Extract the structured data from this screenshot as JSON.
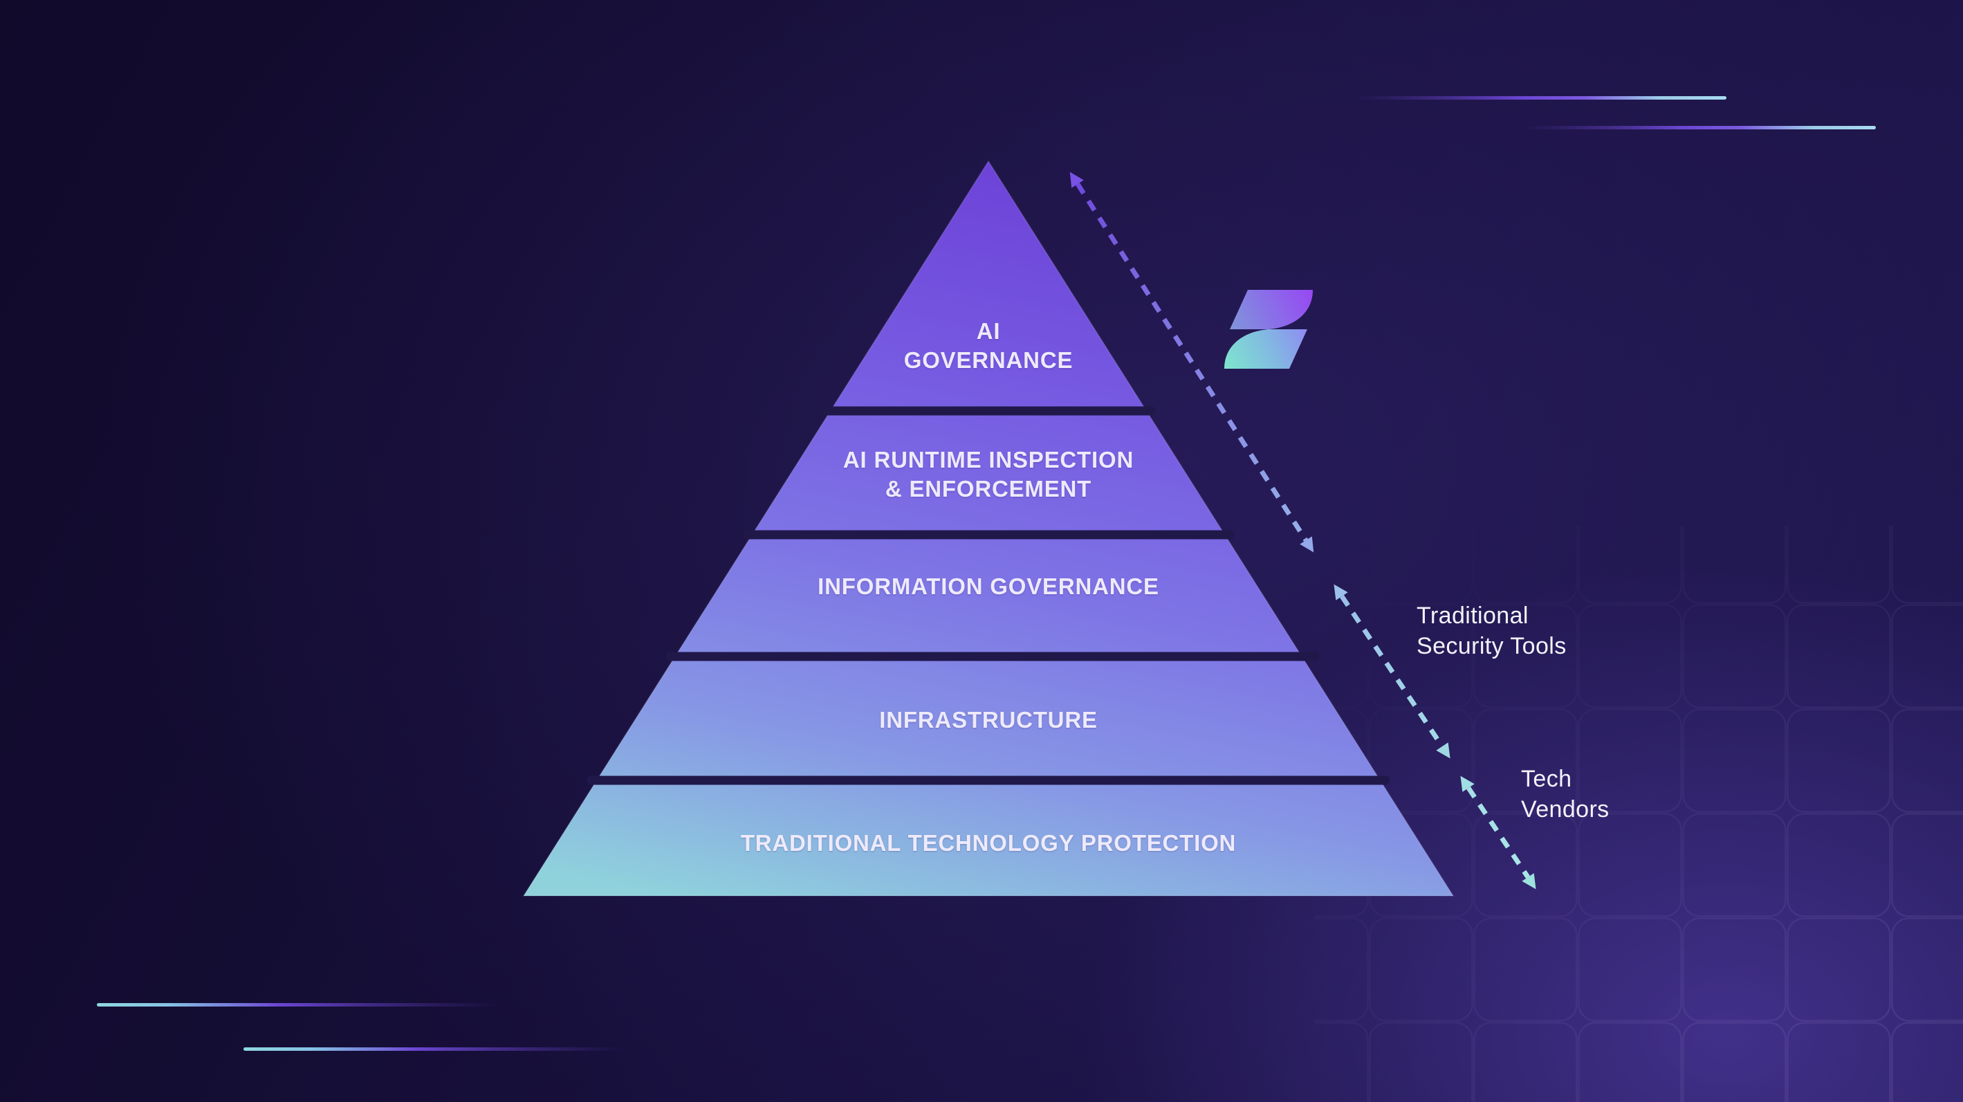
{
  "diagram": {
    "levels": [
      {
        "label": "AI\nGOVERNANCE"
      },
      {
        "label": "AI RUNTIME INSPECTION\n& ENFORCEMENT"
      },
      {
        "label": "INFORMATION GOVERNANCE"
      },
      {
        "label": "INFRASTRUCTURE"
      },
      {
        "label": "TRADITIONAL TECHNOLOGY PROTECTION"
      }
    ],
    "side_labels": {
      "traditional_security_tools": "Traditional\nSecurity Tools",
      "tech_vendors": "Tech\nVendors"
    }
  },
  "icons": {
    "logo": "brand-z-logo-icon",
    "arrow": "dashed-double-headed-arrow"
  },
  "colors": {
    "background_dark": "#120B2C",
    "background_glow": "#3A2B6E",
    "pyramid_top": "#6B3ED6",
    "pyramid_mid": "#7E74E5",
    "pyramid_bottom_teal": "#8FD2DC",
    "level_gap": "#201849",
    "band_text": "#EEEAFB",
    "side_label_text": "#F3F2FA",
    "arrow_gradient_top": "#6E46DC",
    "arrow_gradient_bottom": "#ABE6E6",
    "logo_purple": "#9747F2",
    "logo_teal": "#7EE6CD",
    "accent_line_blue": "#8FC6E8",
    "accent_line_purple": "#6B46D2",
    "grid_line": "rgba(255,255,255,0.08)"
  }
}
